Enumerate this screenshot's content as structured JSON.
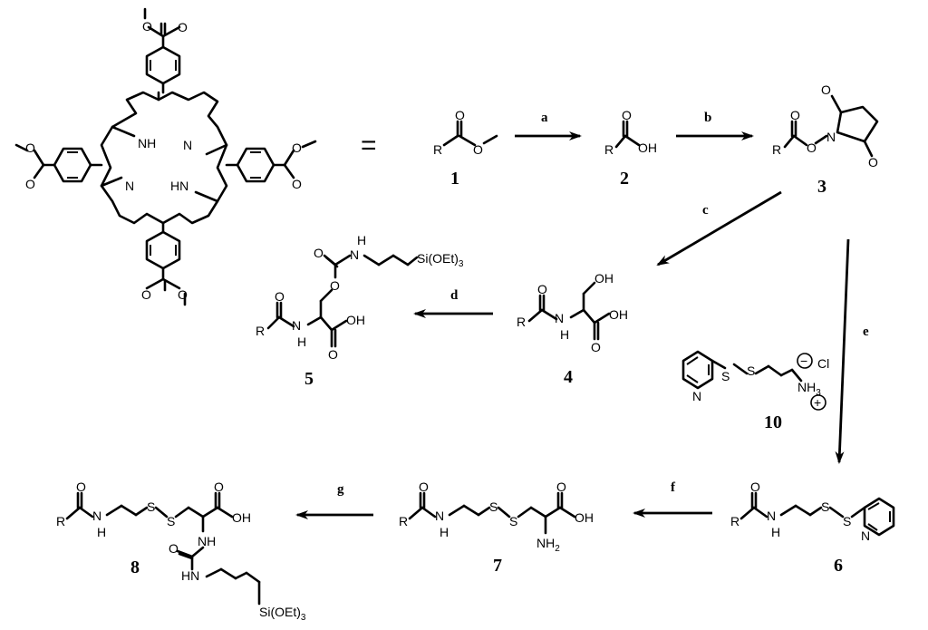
{
  "equals_sign": "=",
  "compound_numbers": [
    "1",
    "2",
    "3",
    "4",
    "5",
    "6",
    "7",
    "8",
    "10"
  ],
  "step_labels": [
    "a",
    "b",
    "c",
    "d",
    "e",
    "f",
    "g"
  ],
  "atoms": {
    "O": "O",
    "OH": "OH",
    "N": "N",
    "NH": "NH",
    "HN": "HN",
    "H": "H",
    "R": "R",
    "S": "S",
    "Cl": "Cl",
    "NH2_base": "NH",
    "NH2_sub": "2",
    "NH3_base": "NH",
    "NH3_sub": "3",
    "SiOEt3_base": "Si(OEt)",
    "SiOEt3_sub": "3",
    "minus": "−",
    "plus": "+"
  }
}
